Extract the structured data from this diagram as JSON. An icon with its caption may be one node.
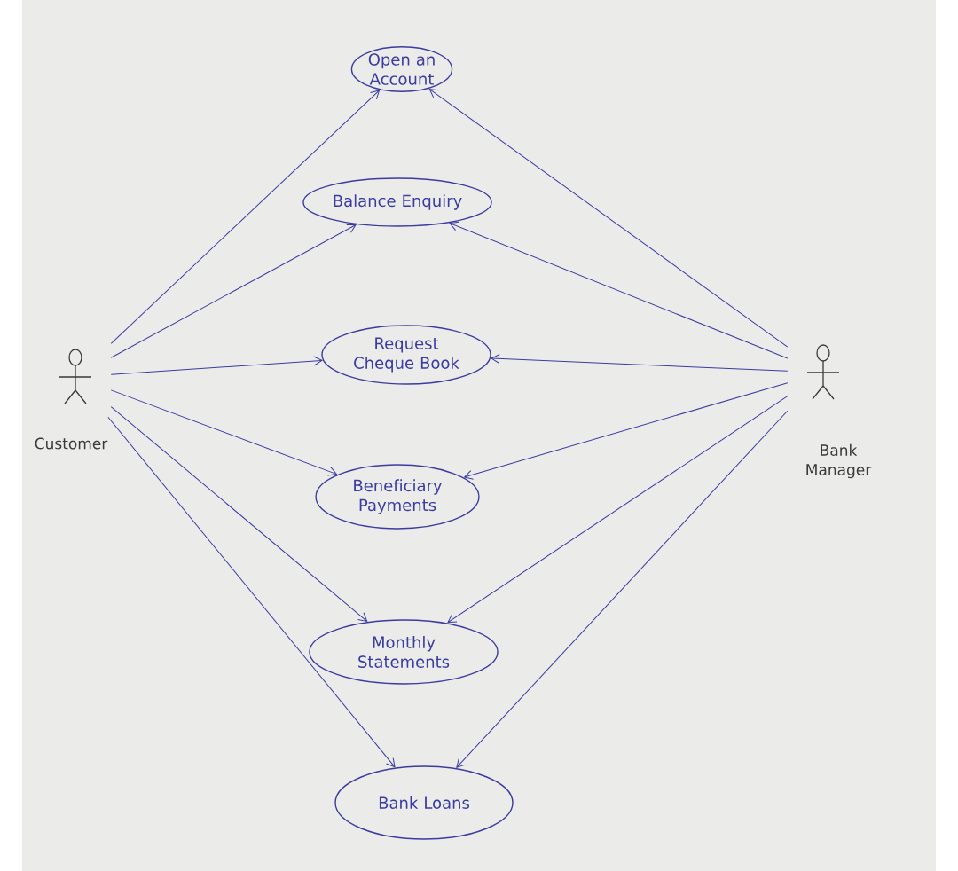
{
  "diagram": {
    "nodes": [
      {
        "text": [
          "Customer"
        ]
      },
      {
        "text": [
          "Bank Manager"
        ]
      },
      {
        "text": [
          "Open an Account"
        ]
      },
      {
        "text": [
          "Balance Enquiry"
        ]
      },
      {
        "text": [
          "Request Cheque Book"
        ]
      },
      {
        "text": [
          "Beneficiary Payments"
        ]
      },
      {
        "text": [
          "Monthly Statements"
        ]
      },
      {
        "text": [
          "Bank Loans"
        ]
      }
    ],
    "edges": [
      {
        "from": 0,
        "to": 2,
        "arrow": "to"
      },
      {
        "from": 0,
        "to": 3,
        "arrow": "to"
      },
      {
        "from": 0,
        "to": 4,
        "arrow": "to"
      },
      {
        "from": 0,
        "to": 5,
        "arrow": "to"
      },
      {
        "from": 0,
        "to": 6,
        "arrow": "to"
      },
      {
        "from": 0,
        "to": 7,
        "arrow": "to"
      },
      {
        "from": 1,
        "to": 2,
        "arrow": "to"
      },
      {
        "from": 1,
        "to": 3,
        "arrow": "to"
      },
      {
        "from": 1,
        "to": 4,
        "arrow": "to"
      },
      {
        "from": 1,
        "to": 5,
        "arrow": "to"
      },
      {
        "from": 1,
        "to": 6,
        "arrow": "to"
      },
      {
        "from": 1,
        "to": 7,
        "arrow": "to"
      }
    ]
  }
}
